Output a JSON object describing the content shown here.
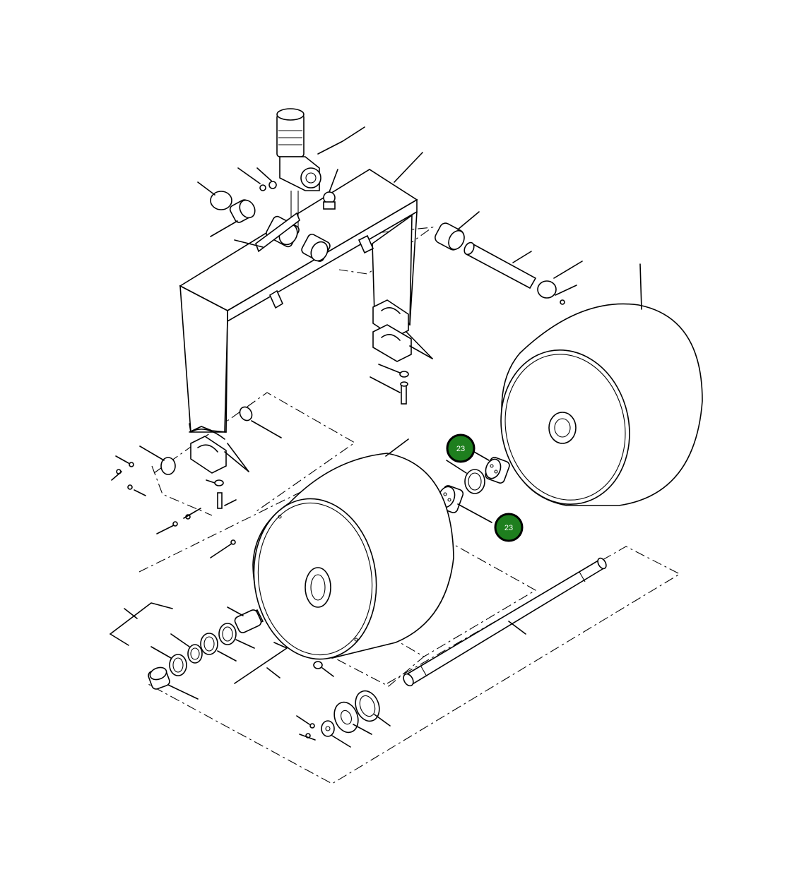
{
  "callouts": [
    {
      "id": "callout-23-upper",
      "label": "23"
    },
    {
      "id": "callout-23-lower",
      "label": "23"
    }
  ],
  "colors": {
    "callout_fill": "#1e7f1e",
    "callout_stroke": "#000000",
    "line": "#000000",
    "background": "#ffffff"
  }
}
